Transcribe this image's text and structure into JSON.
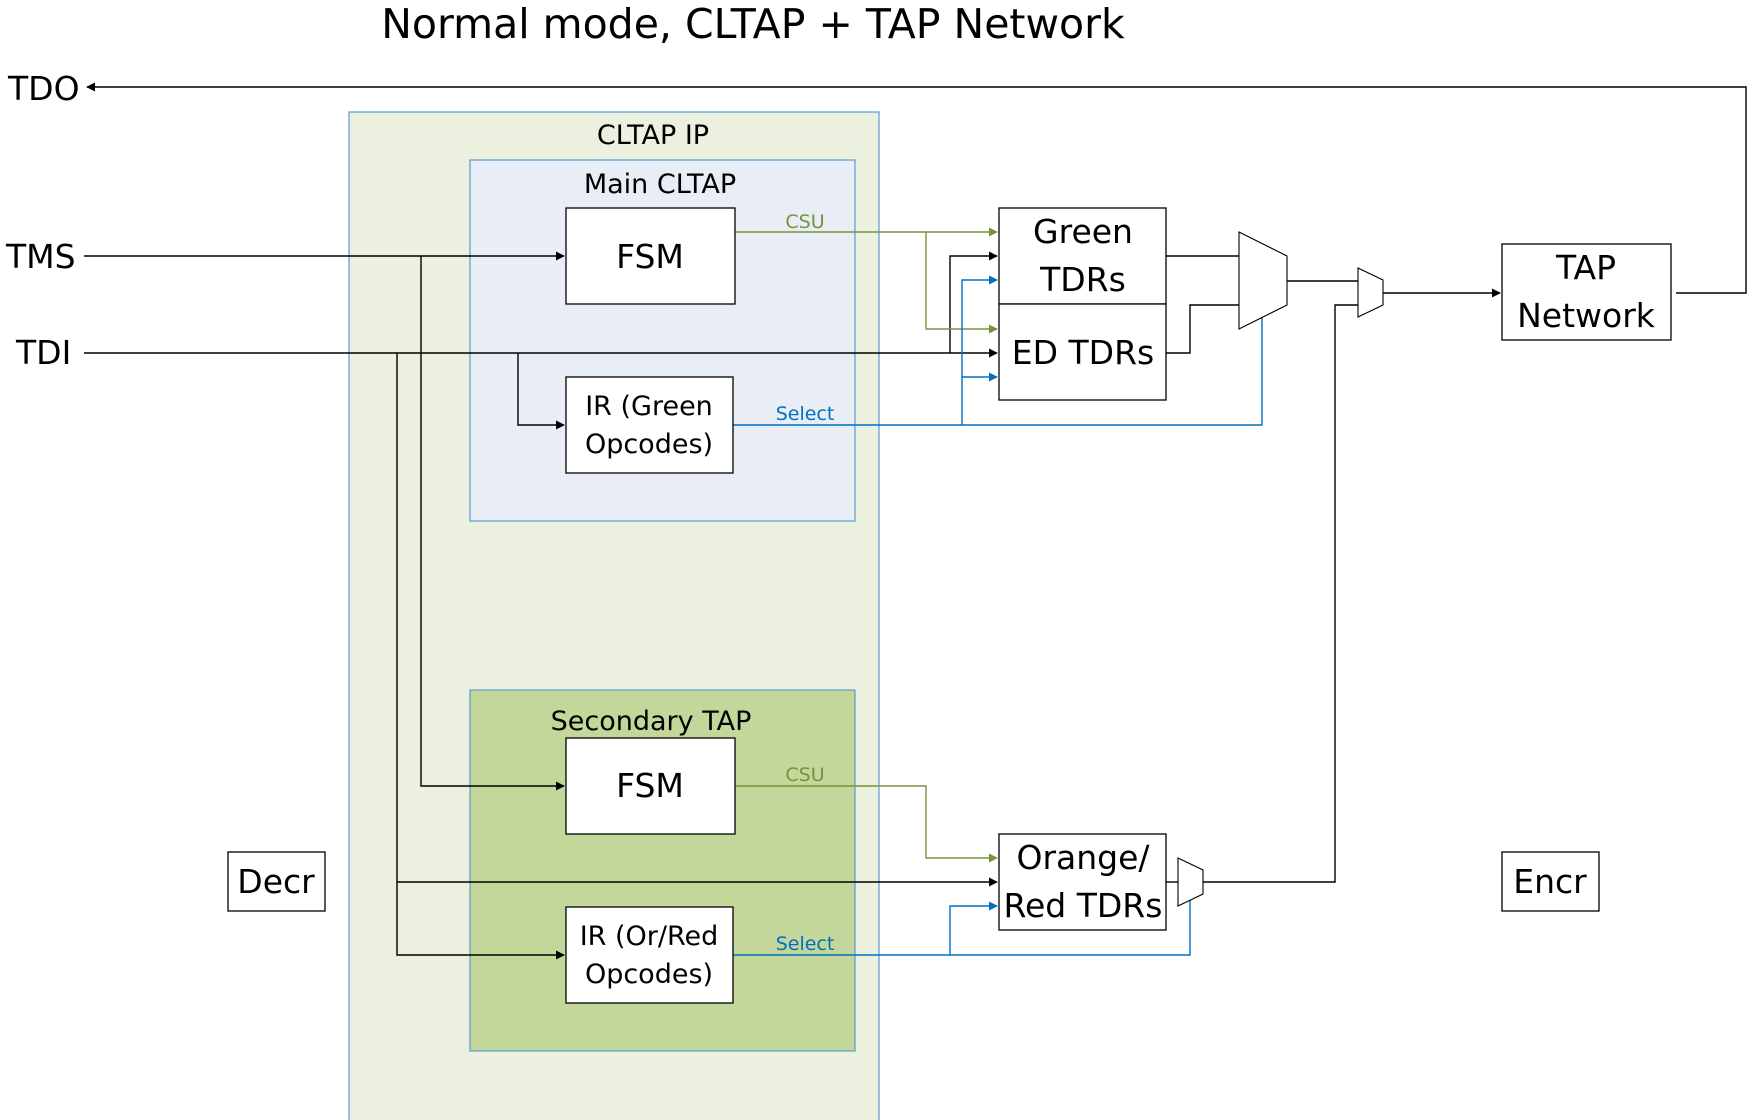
{
  "title": "Normal mode, CLTAP + TAP Network",
  "ports": {
    "tdo": "TDO",
    "tms": "TMS",
    "tdi": "TDI"
  },
  "cltap_ip": {
    "label": "CLTAP IP",
    "main": {
      "label": "Main CLTAP",
      "fsm": "FSM",
      "ir_line1": "IR (Green",
      "ir_line2": "Opcodes)",
      "csu": "CSU",
      "select": "Select"
    },
    "secondary": {
      "label": "Secondary TAP",
      "fsm": "FSM",
      "ir_line1": "IR (Or/Red",
      "ir_line2": "Opcodes)",
      "csu": "CSU",
      "select": "Select"
    }
  },
  "tdrs": {
    "green_line1": "Green",
    "green_line2": "TDRs",
    "ed": "ED TDRs",
    "orange_line1": "Orange/",
    "orange_line2": "Red TDRs"
  },
  "tap_network": {
    "line1": "TAP",
    "line2": "Network"
  },
  "decr": "Decr",
  "encr": "Encr",
  "colors": {
    "cltap_ip_fill": "#ebf1de",
    "main_cltap_fill": "#e9eef6",
    "secondary_tap_fill": "#c4d79b",
    "container_border": "#5b9bd5",
    "csu_green": "#77933c",
    "select_blue": "#0070c0"
  }
}
